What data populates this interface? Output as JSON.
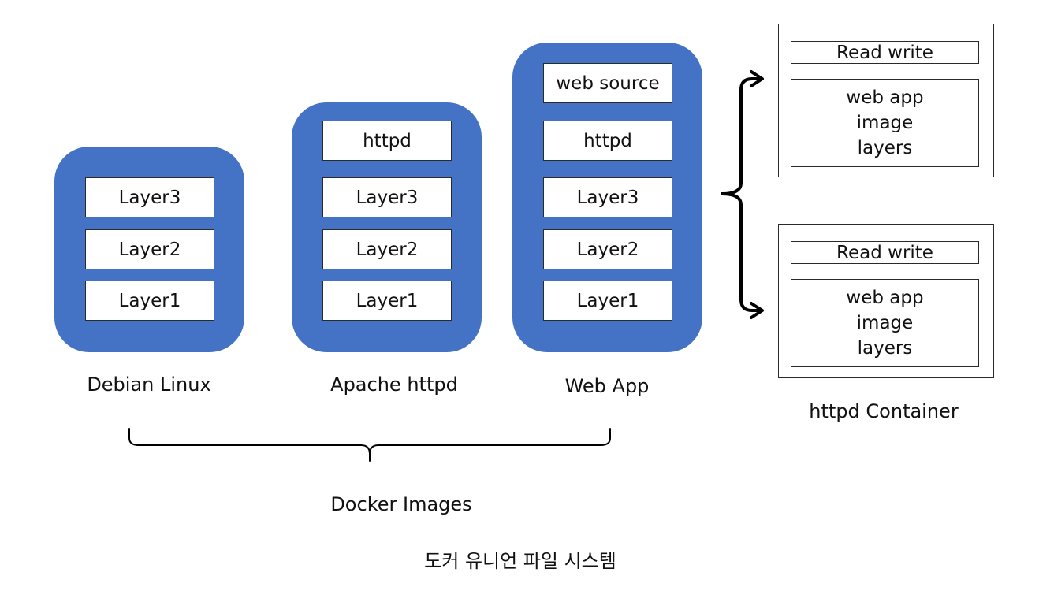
{
  "images": [
    {
      "name": "Debian Linux",
      "layers": [
        "Layer3",
        "Layer2",
        "Layer1"
      ]
    },
    {
      "name": "Apache httpd",
      "layers": [
        "httpd",
        "Layer3",
        "Layer2",
        "Layer1"
      ]
    },
    {
      "name": "Web App",
      "layers": [
        "web source",
        "httpd",
        "Layer3",
        "Layer2",
        "Layer1"
      ]
    }
  ],
  "images_group_label": "Docker Images",
  "containers": [
    {
      "read_write": "Read write",
      "image_layers": [
        "web app",
        "image",
        "layers"
      ]
    },
    {
      "read_write": "Read write",
      "image_layers": [
        "web app",
        "image",
        "layers"
      ]
    }
  ],
  "container_label": "httpd Container",
  "footer_title": "도커 유니언 파일 시스템",
  "colors": {
    "stack_fill": "#4472c4",
    "box_border": "#2a2a2a"
  }
}
